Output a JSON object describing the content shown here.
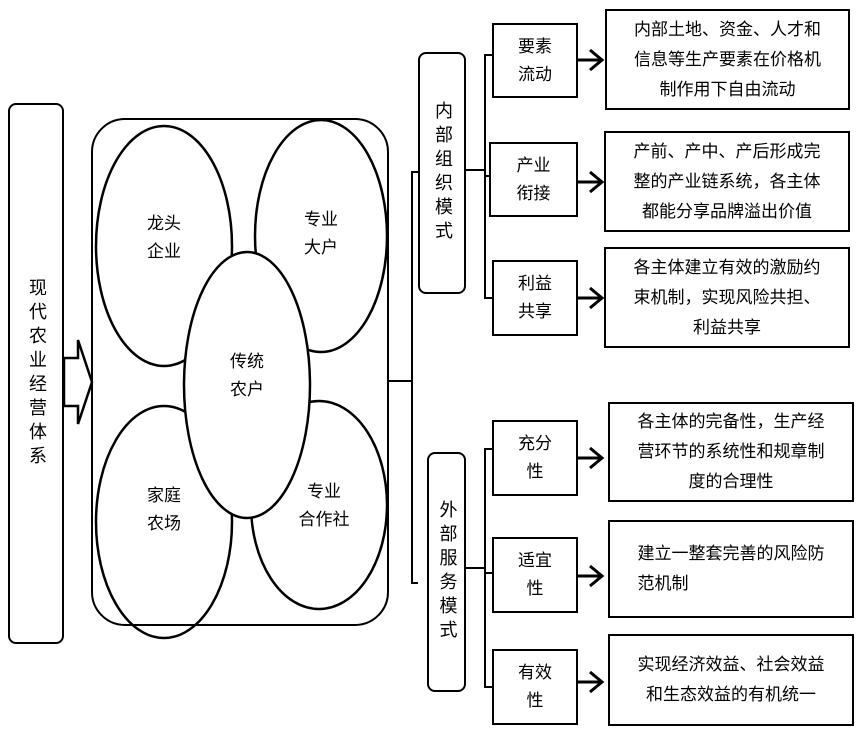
{
  "system_label": "现代农业经营体系",
  "entities": {
    "longtou": [
      "龙头",
      "企业"
    ],
    "zhuanye_dahu": [
      "专业",
      "大户"
    ],
    "chuantong": [
      "传统",
      "农户"
    ],
    "jiating": [
      "家庭",
      "农场"
    ],
    "hezuoshe": [
      "专业",
      "合作社"
    ]
  },
  "internal_mode": {
    "label": "内部组织模式",
    "items": [
      {
        "label": [
          "要素",
          "流动"
        ],
        "desc": [
          "内部土地、资金、人才和",
          "信息等生产要素在价格机",
          "制作用下自由流动"
        ]
      },
      {
        "label": [
          "产业",
          "衔接"
        ],
        "desc": [
          "产前、产中、产后形成完",
          "整的产业链系统，各主体",
          "都能分享品牌溢出价值"
        ]
      },
      {
        "label": [
          "利益",
          "共享"
        ],
        "desc": [
          "各主体建立有效的激励约",
          "束机制，实现风险共担、",
          "利益共享"
        ]
      }
    ]
  },
  "external_mode": {
    "label": "外部服务模式",
    "items": [
      {
        "label": [
          "充分",
          "性"
        ],
        "desc": [
          "各主体的完备性，生产经",
          "营环节的系统性和规章制",
          "度的合理性"
        ]
      },
      {
        "label": [
          "适宜",
          "性"
        ],
        "desc": [
          "建立一整套完善的风险防",
          "范机制"
        ]
      },
      {
        "label": [
          "有效",
          "性"
        ],
        "desc": [
          "实现经济效益、社会效益",
          "和生态效益的有机统一"
        ]
      }
    ]
  }
}
